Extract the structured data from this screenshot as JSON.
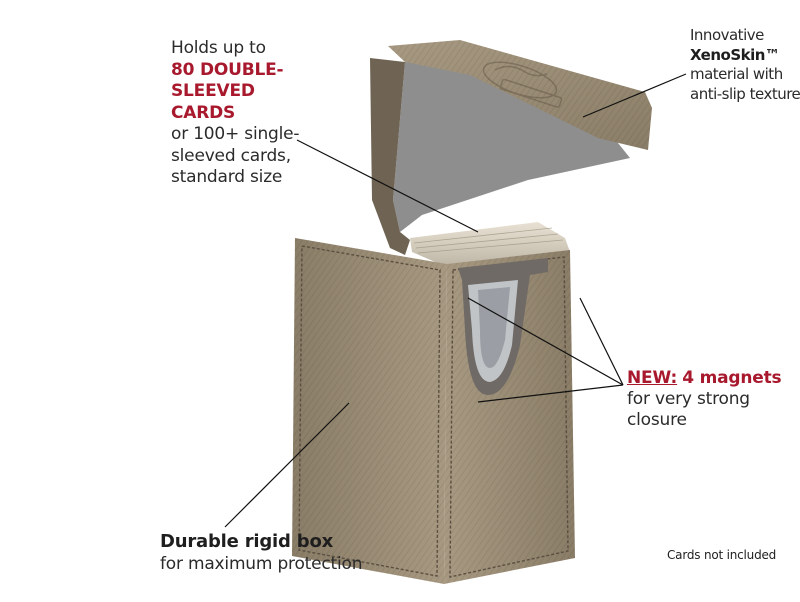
{
  "photo": {
    "subject": "box-with-open-flip-lid",
    "colors": {
      "leather": "#a89a82",
      "leather_dark": "#8a7d67",
      "leather_shadow": "#6f6453",
      "lining": "#8e8e8e",
      "stitch": "#5a4f40",
      "pointer": "#111111",
      "accent_red": "#a8192e"
    }
  },
  "callouts": {
    "holds": {
      "line1": "Holds up to",
      "line2": "80 DOUBLE-",
      "line3": "SLEEVED CARDS",
      "line4": "or 100+ single-",
      "line5": "sleeved cards,",
      "line6": "standard size"
    },
    "xenoskin": {
      "line1": "Innovative",
      "line2": "XenoSkin™",
      "line3": "material with",
      "line4": "anti-slip texture"
    },
    "magnets": {
      "new_label": "NEW:",
      "count_label": "4 magnets",
      "line2": "for very strong",
      "line3": "closure"
    },
    "durable": {
      "title": "Durable rigid box",
      "subtitle": "for maximum protection"
    },
    "disclaimer": "Cards not included"
  }
}
